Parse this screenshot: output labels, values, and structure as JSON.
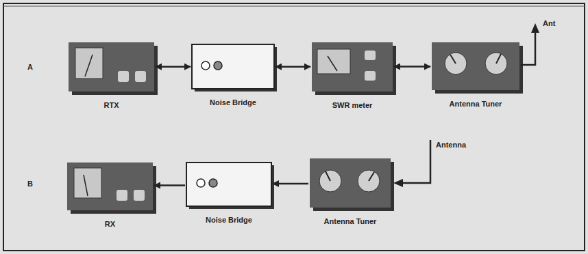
{
  "diagram": {
    "nodes": [
      {
        "text": [
          "RTX"
        ]
      },
      {
        "text": [
          "Noise Bridge"
        ]
      },
      {
        "text": [
          "SWR meter"
        ]
      },
      {
        "text": [
          "Antenna Tuner"
        ]
      },
      {
        "text": [
          "RX"
        ]
      },
      {
        "text": [
          "Noise Bridge"
        ]
      },
      {
        "text": [
          "Antenna Tuner"
        ]
      }
    ],
    "edges": [
      {
        "from": 0,
        "to": 1,
        "arrow": "both"
      },
      {
        "from": 1,
        "to": 2,
        "arrow": "both"
      },
      {
        "from": 2,
        "to": 3,
        "arrow": "both"
      },
      {
        "from": 6,
        "to": 5,
        "arrow": "to"
      },
      {
        "from": 5,
        "to": 4,
        "arrow": "to"
      }
    ],
    "labels": [
      "A",
      "Ant",
      "Antenna",
      "B"
    ]
  }
}
